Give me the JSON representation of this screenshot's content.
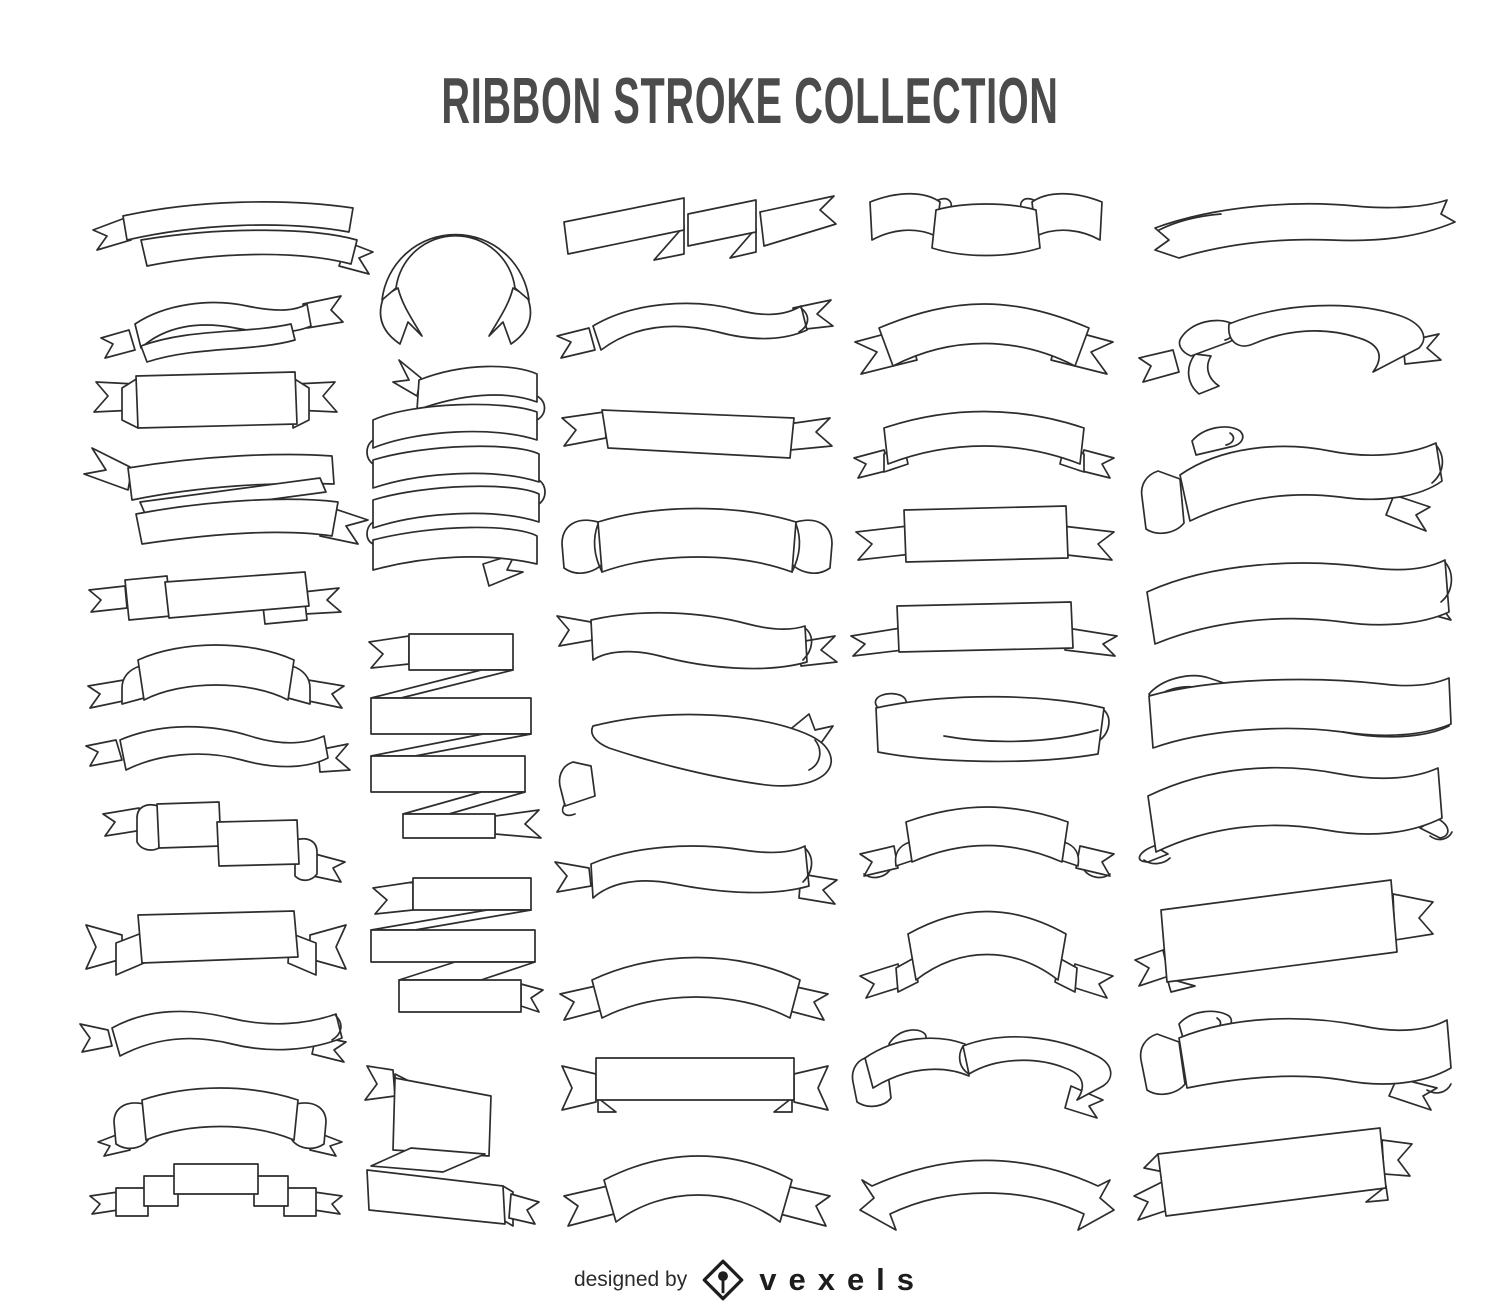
{
  "title": "RIBBON STROKE COLLECTION",
  "colors": {
    "background": "#ffffff",
    "stroke": "#2d2d2d",
    "title": "#4b4b4b",
    "logo": "#1d1d1d"
  },
  "footer": {
    "designed_by": "designed by",
    "brand": "vexels",
    "logo_icon": "vexels-diamond-pen-icon"
  },
  "collection": {
    "total_ribbons": 46,
    "columns": [
      {
        "id": 1,
        "ribbons": [
          "diagonal-double-band-ribbon",
          "double-curl-wave-ribbon",
          "folded-banner-forked",
          "crossing-diagonal-ribbon",
          "slanted-panel-banner",
          "arched-banner-side-folds",
          "s-wave-ribbon",
          "stepped-curl-ribbon",
          "classic-banner-bowtie-ends",
          "flowing-wave-ribbon",
          "curled-flap-arch-banner",
          "three-tier-step-banner"
        ]
      },
      {
        "id": 2,
        "ribbons": [
          "circle-ribbon",
          "serpentine-scroll-ribbon",
          "zigzag-ribbon-four-bands",
          "zigzag-ribbon-three-bands",
          "angular-two-band-ribbon"
        ]
      },
      {
        "id": 3,
        "ribbons": [
          "diagonal-step-ribbon",
          "s-curve-forked-ribbon",
          "slanted-forked-banner",
          "curl-flap-arched-banner",
          "wave-forked-banner",
          "thick-scroll-ribbon",
          "reverse-wave-forked-banner",
          "arched-forked-banner",
          "straight-bowtie-banner",
          "deep-arch-forked-banner"
        ]
      },
      {
        "id": 4,
        "ribbons": [
          "curled-wing-banner",
          "wide-fork-arched-banner",
          "arched-banner-small-forks",
          "straight-banner-wide-forks",
          "thin-straight-forked-banner",
          "rolled-scroll-ribbon",
          "arched-banner-curl-forks",
          "steep-arch-forked-banner",
          "wave-curl-ribbon",
          "wide-arch-notched-banner"
        ]
      },
      {
        "id": 5,
        "ribbons": [
          "torn-edge-banner",
          "s-fold-forked-ribbon",
          "large-scroll-wave-ribbon",
          "large-wave-banner",
          "wave-underfold-banner",
          "wave-curly-end-banner",
          "slanted-forked-rect-banner",
          "wave-roll-forked-ribbon",
          "slanted-notched-banner"
        ]
      }
    ]
  }
}
